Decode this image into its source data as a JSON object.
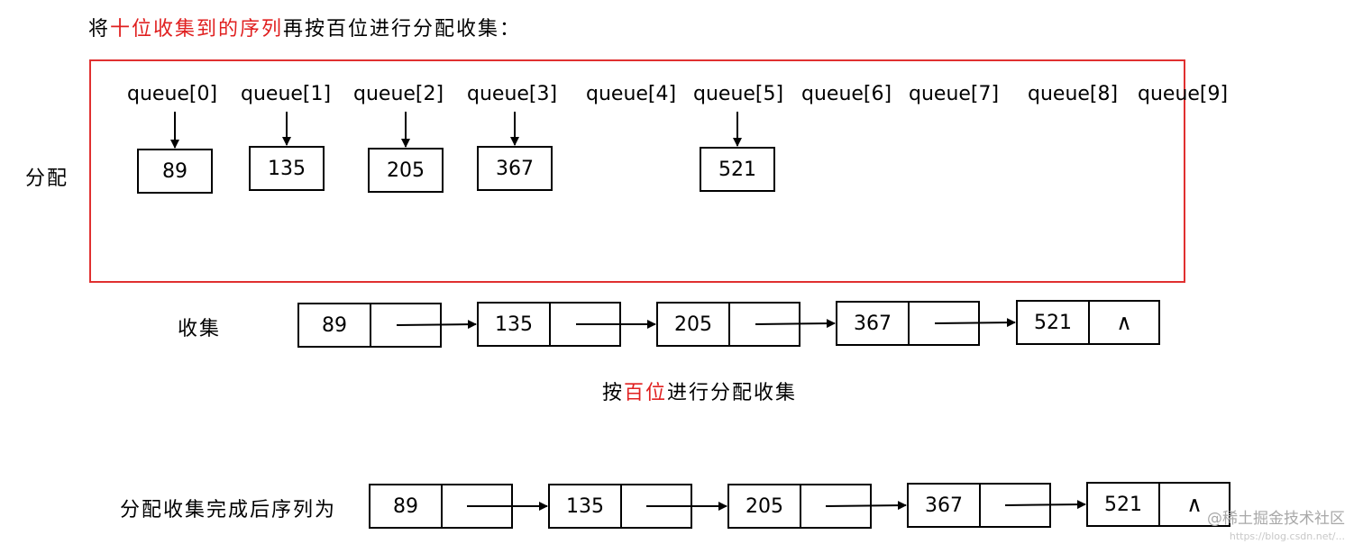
{
  "title": {
    "prefix": "将",
    "highlight": "十位收集到的序列",
    "suffix": "再按百位进行分配收集："
  },
  "distribute_label": "分配",
  "collect_label": "收集",
  "queues": [
    "queue[0]",
    "queue[1]",
    "queue[2]",
    "queue[3]",
    "queue[4]",
    "queue[5]",
    "queue[6]",
    "queue[7]",
    "queue[8]",
    "queue[9]"
  ],
  "queue_items": [
    {
      "queue": 0,
      "value": "89"
    },
    {
      "queue": 1,
      "value": "135"
    },
    {
      "queue": 2,
      "value": "205"
    },
    {
      "queue": 3,
      "value": "367"
    },
    {
      "queue": 5,
      "value": "521"
    }
  ],
  "collect_list": [
    "89",
    "135",
    "205",
    "367",
    "521"
  ],
  "caption": {
    "prefix": "按",
    "highlight": "百位",
    "suffix": "进行分配收集"
  },
  "result_label": "分配收集完成后序列为",
  "result_list": [
    "89",
    "135",
    "205",
    "367",
    "521"
  ],
  "null_symbol": "∧",
  "colors": {
    "highlight": "#e02020",
    "frame": "#e03030"
  },
  "watermark": "@稀土掘金技术社区",
  "watermark_url": "https://blog.csdn.net/..."
}
